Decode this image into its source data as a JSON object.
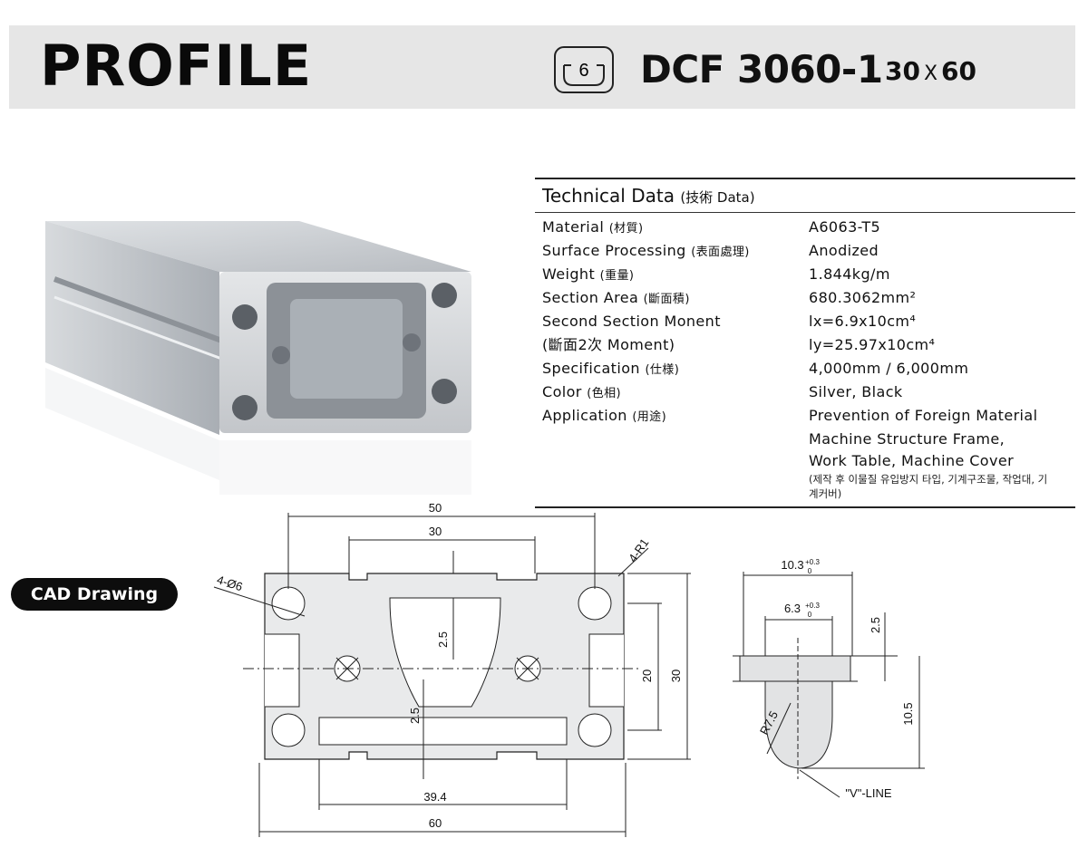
{
  "header": {
    "title": "PROFILE",
    "model": "DCF 3060-1",
    "size_w": "30",
    "size_x": "X",
    "size_h": "60",
    "badge_number": "6"
  },
  "tech": {
    "title": "Technical Data",
    "title_sub": "(技術  Data)",
    "rows": [
      {
        "k": "Material",
        "ks": "(材質)",
        "v": "A6063-T5"
      },
      {
        "k": "Surface Processing",
        "ks": "(表面處理)",
        "v": "Anodized"
      },
      {
        "k": "Weight",
        "ks": "(重量)",
        "v": "1.844kg/m"
      },
      {
        "k": "Section Area",
        "ks": "(斷面積)",
        "v": "680.3062mm²"
      },
      {
        "k": "Second Section Monent",
        "ks": "",
        "v": "lx=6.9x10cm⁴"
      },
      {
        "k": "(斷面2次 Moment)",
        "ks": "",
        "v": "ly=25.97x10cm⁴"
      },
      {
        "k": "Specification",
        "ks": "(仕様)",
        "v": "4,000mm / 6,000mm"
      },
      {
        "k": "Color",
        "ks": "(色相)",
        "v": "Silver, Black"
      },
      {
        "k": "Application",
        "ks": "(用途)",
        "v": "Prevention of Foreign Material"
      },
      {
        "k": "",
        "ks": "",
        "v": "Machine Structure Frame,"
      },
      {
        "k": "",
        "ks": "",
        "v": "Work Table, Machine Cover"
      }
    ],
    "note": "(제작 후 이물질 유입방지 타입, 기계구조물, 작업대, 기계커버)"
  },
  "cad": {
    "label": "CAD Drawing",
    "dims": {
      "d50": "50",
      "d30": "30",
      "r1": "4-R1",
      "hole": "4-Ø6",
      "d25a": "2.5",
      "d25b": "2.5",
      "d20": "20",
      "d30v": "30",
      "d394": "39.4",
      "d60": "60"
    },
    "slot": {
      "w1": "10.3",
      "w1_tol_top": "+0.3",
      "w1_tol_bot": "0",
      "w2": "6.3",
      "w2_tol_top": "+0.3",
      "w2_tol_bot": "0",
      "h25": "2.5",
      "h105": "10.5",
      "r75": "R7.5",
      "vline": "\"V\"-LINE"
    }
  }
}
